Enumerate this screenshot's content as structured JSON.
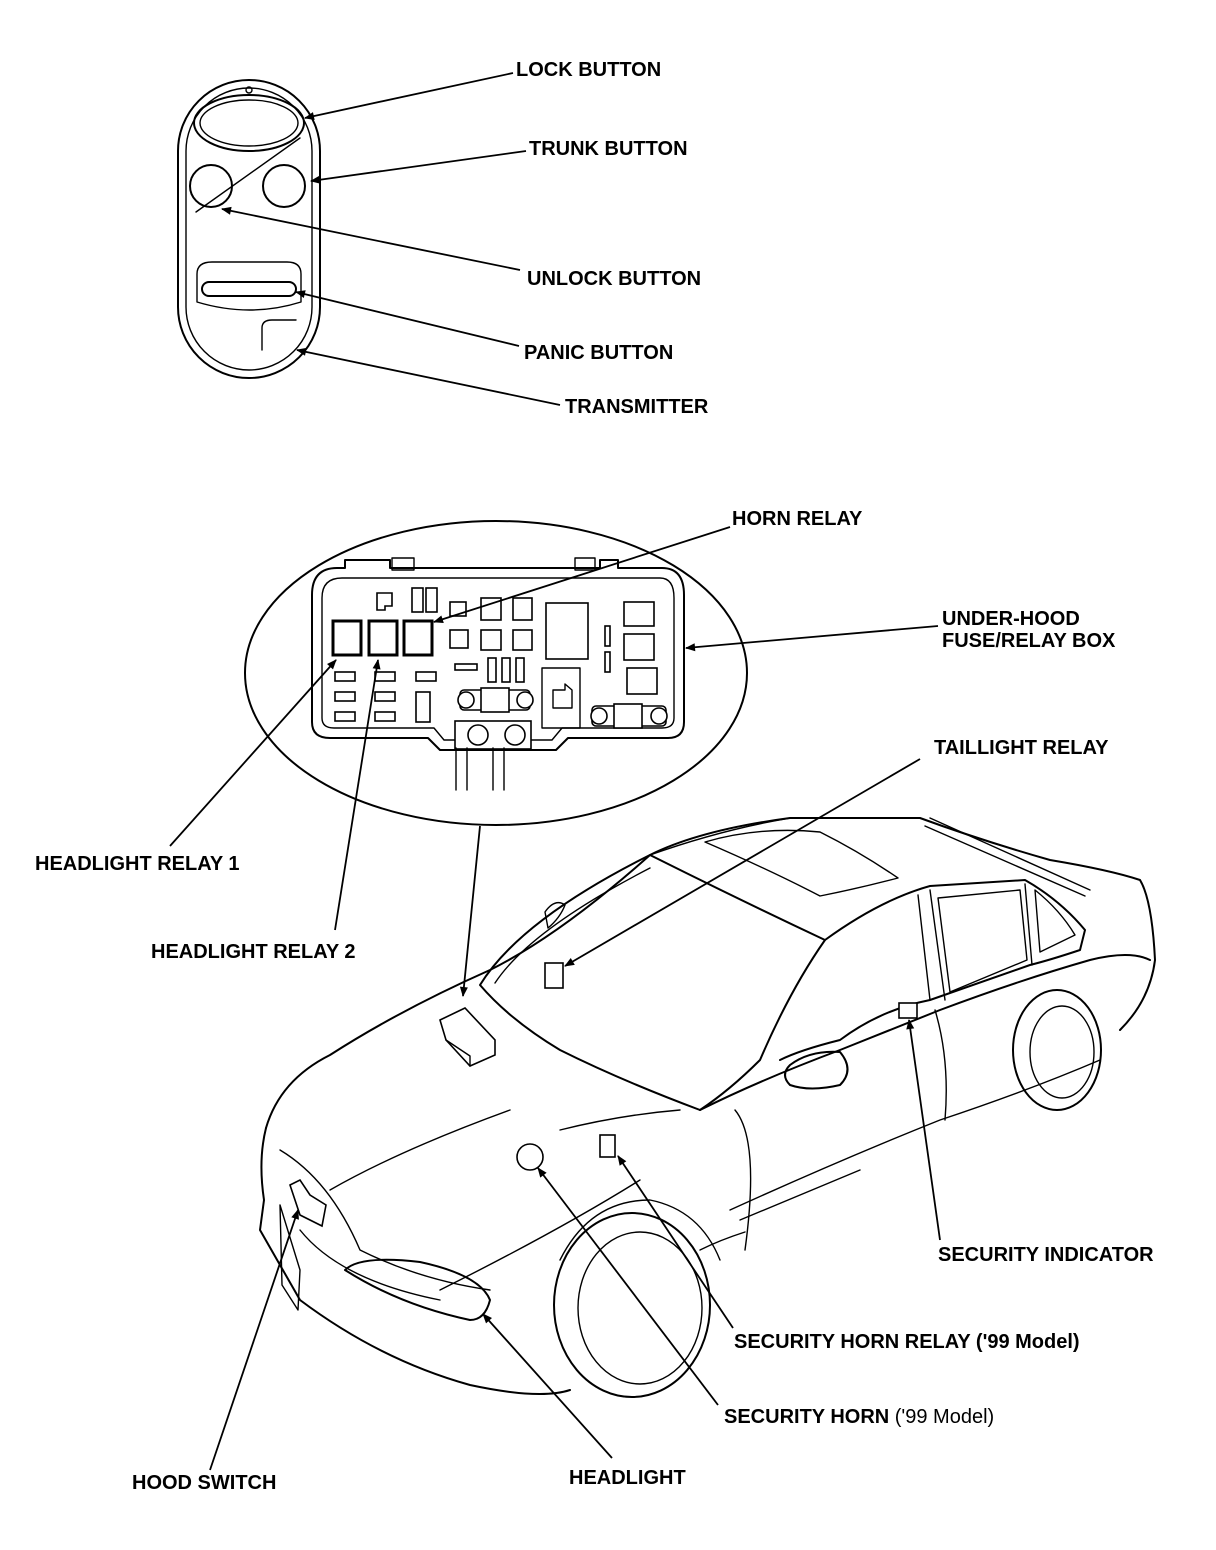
{
  "labels": {
    "lock_button": "LOCK BUTTON",
    "trunk_button": "TRUNK BUTTON",
    "unlock_button": "UNLOCK BUTTON",
    "panic_button": "PANIC BUTTON",
    "transmitter": "TRANSMITTER",
    "horn_relay": "HORN RELAY",
    "under_hood_box_line1": "UNDER-HOOD",
    "under_hood_box_line2": "FUSE/RELAY BOX",
    "taillight_relay": "TAILLIGHT RELAY",
    "headlight_relay_1": "HEADLIGHT RELAY 1",
    "headlight_relay_2": "HEADLIGHT RELAY 2",
    "security_indicator": "SECURITY INDICATOR",
    "security_horn_relay": "SECURITY HORN RELAY ('99 Model)",
    "security_horn_main": "SECURITY HORN ",
    "security_horn_suffix": "('99 Model)",
    "hood_switch": "HOOD SWITCH",
    "headlight": "HEADLIGHT"
  }
}
